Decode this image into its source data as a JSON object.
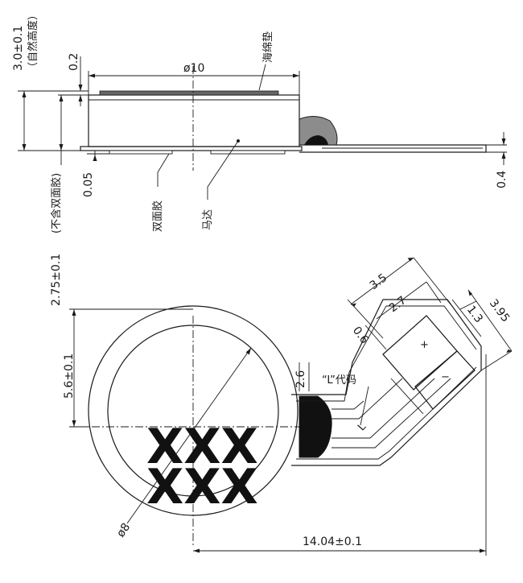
{
  "side_view": {
    "total_height": "3.0±0.1",
    "total_height_note": "（自然高度）",
    "foam_thickness": "0.2",
    "diameter": "ø10",
    "foam_label": "海绵垫",
    "adhesive_gap": "0.05",
    "adhesive_label": "双面胶",
    "motor_label": "马达",
    "motor_height": "2.75±0.1",
    "motor_height_note": "(不含双面胶)",
    "fpc_thickness": "0.4"
  },
  "top_view": {
    "height_dim": "5.6±0.1",
    "inner_diameter": "ø8",
    "length_dim": "14.04±0.1",
    "solder_width": "2.6",
    "l_code_label": "“L”代码",
    "pad_span": "3.5",
    "pad_length": "2.7",
    "pad_gap": "0.6",
    "pad_offset": "1.3",
    "fpc_width": "3.95",
    "plus_sign": "+",
    "minus_sign": "−",
    "l_mark": "L",
    "marking": "XXX"
  }
}
